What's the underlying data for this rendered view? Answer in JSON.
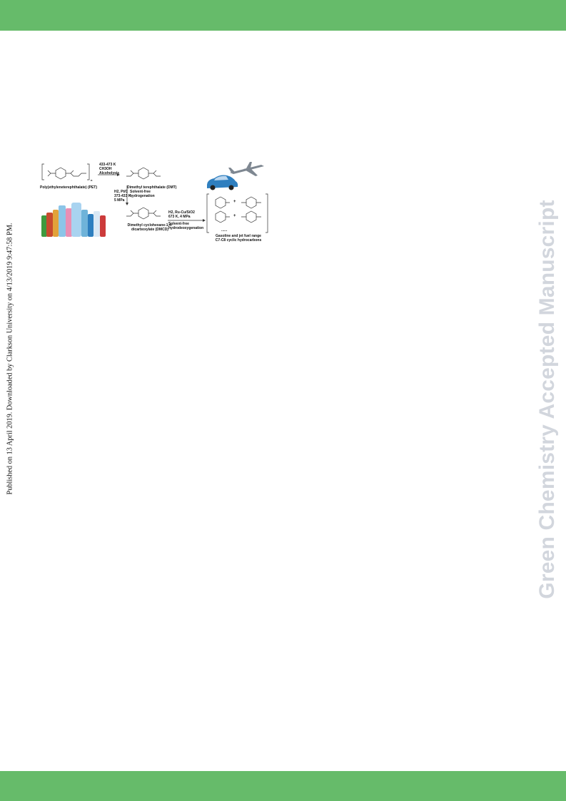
{
  "side_note_left": "Published on 13 April 2019. Downloaded by Clarkson University on 4/13/2019 9:47:58 PM.",
  "side_note_right": "Green Chemistry Accepted Manuscript",
  "colors": {
    "band": "#66bb6a",
    "watermark": "#d2d6dd"
  },
  "scheme": {
    "step1_conditions": [
      "433-473 K",
      "CH3OH",
      "Alcoholysis"
    ],
    "pet_label": "Poly(ethyleneterephthalate) (PET)",
    "pet_n": "n",
    "dmt_label": "Dimethyl terephthalate (DMT)",
    "step2_conditions_left": [
      "H2, Pt/C",
      "373-433 K,",
      "5 MPa"
    ],
    "step2_conditions_right": [
      "Solvent-free",
      "hydrogenation"
    ],
    "dmcd_label": [
      "Dimethyl cyclohexane-1,4-",
      "dicarboxylate (DMCD)"
    ],
    "step3_conditions_top": [
      "H2, Ru-Cu/SiO2",
      "673 K, 4 MPa"
    ],
    "step3_conditions_bottom": [
      "Solvent-free",
      "hydrodeoxygenation"
    ],
    "product_plus_1": "+",
    "product_plus_2": "+",
    "product_ellipsis": "......",
    "product_label": [
      "Gasoline and jet fuel range",
      "C7-C8 cyclic hydrocarbons"
    ]
  }
}
